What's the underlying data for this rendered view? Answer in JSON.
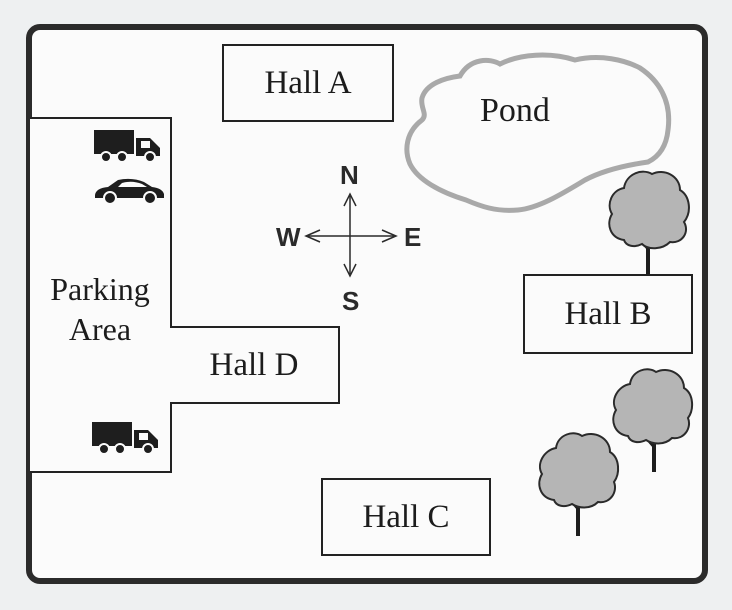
{
  "map": {
    "halls": {
      "a": "Hall A",
      "b": "Hall B",
      "c": "Hall C",
      "d": "Hall D"
    },
    "parking_label": "Parking Area",
    "pond_label": "Pond",
    "compass": {
      "north": "N",
      "south": "S",
      "east": "E",
      "west": "W"
    },
    "icons": [
      "truck-icon",
      "car-icon",
      "truck-icon",
      "tree-icon",
      "tree-icon",
      "tree-icon"
    ],
    "colors": {
      "frame": "#2b2b2b",
      "pond_outline": "#a9a9a9",
      "tree_fill": "#b5b5b5"
    }
  }
}
